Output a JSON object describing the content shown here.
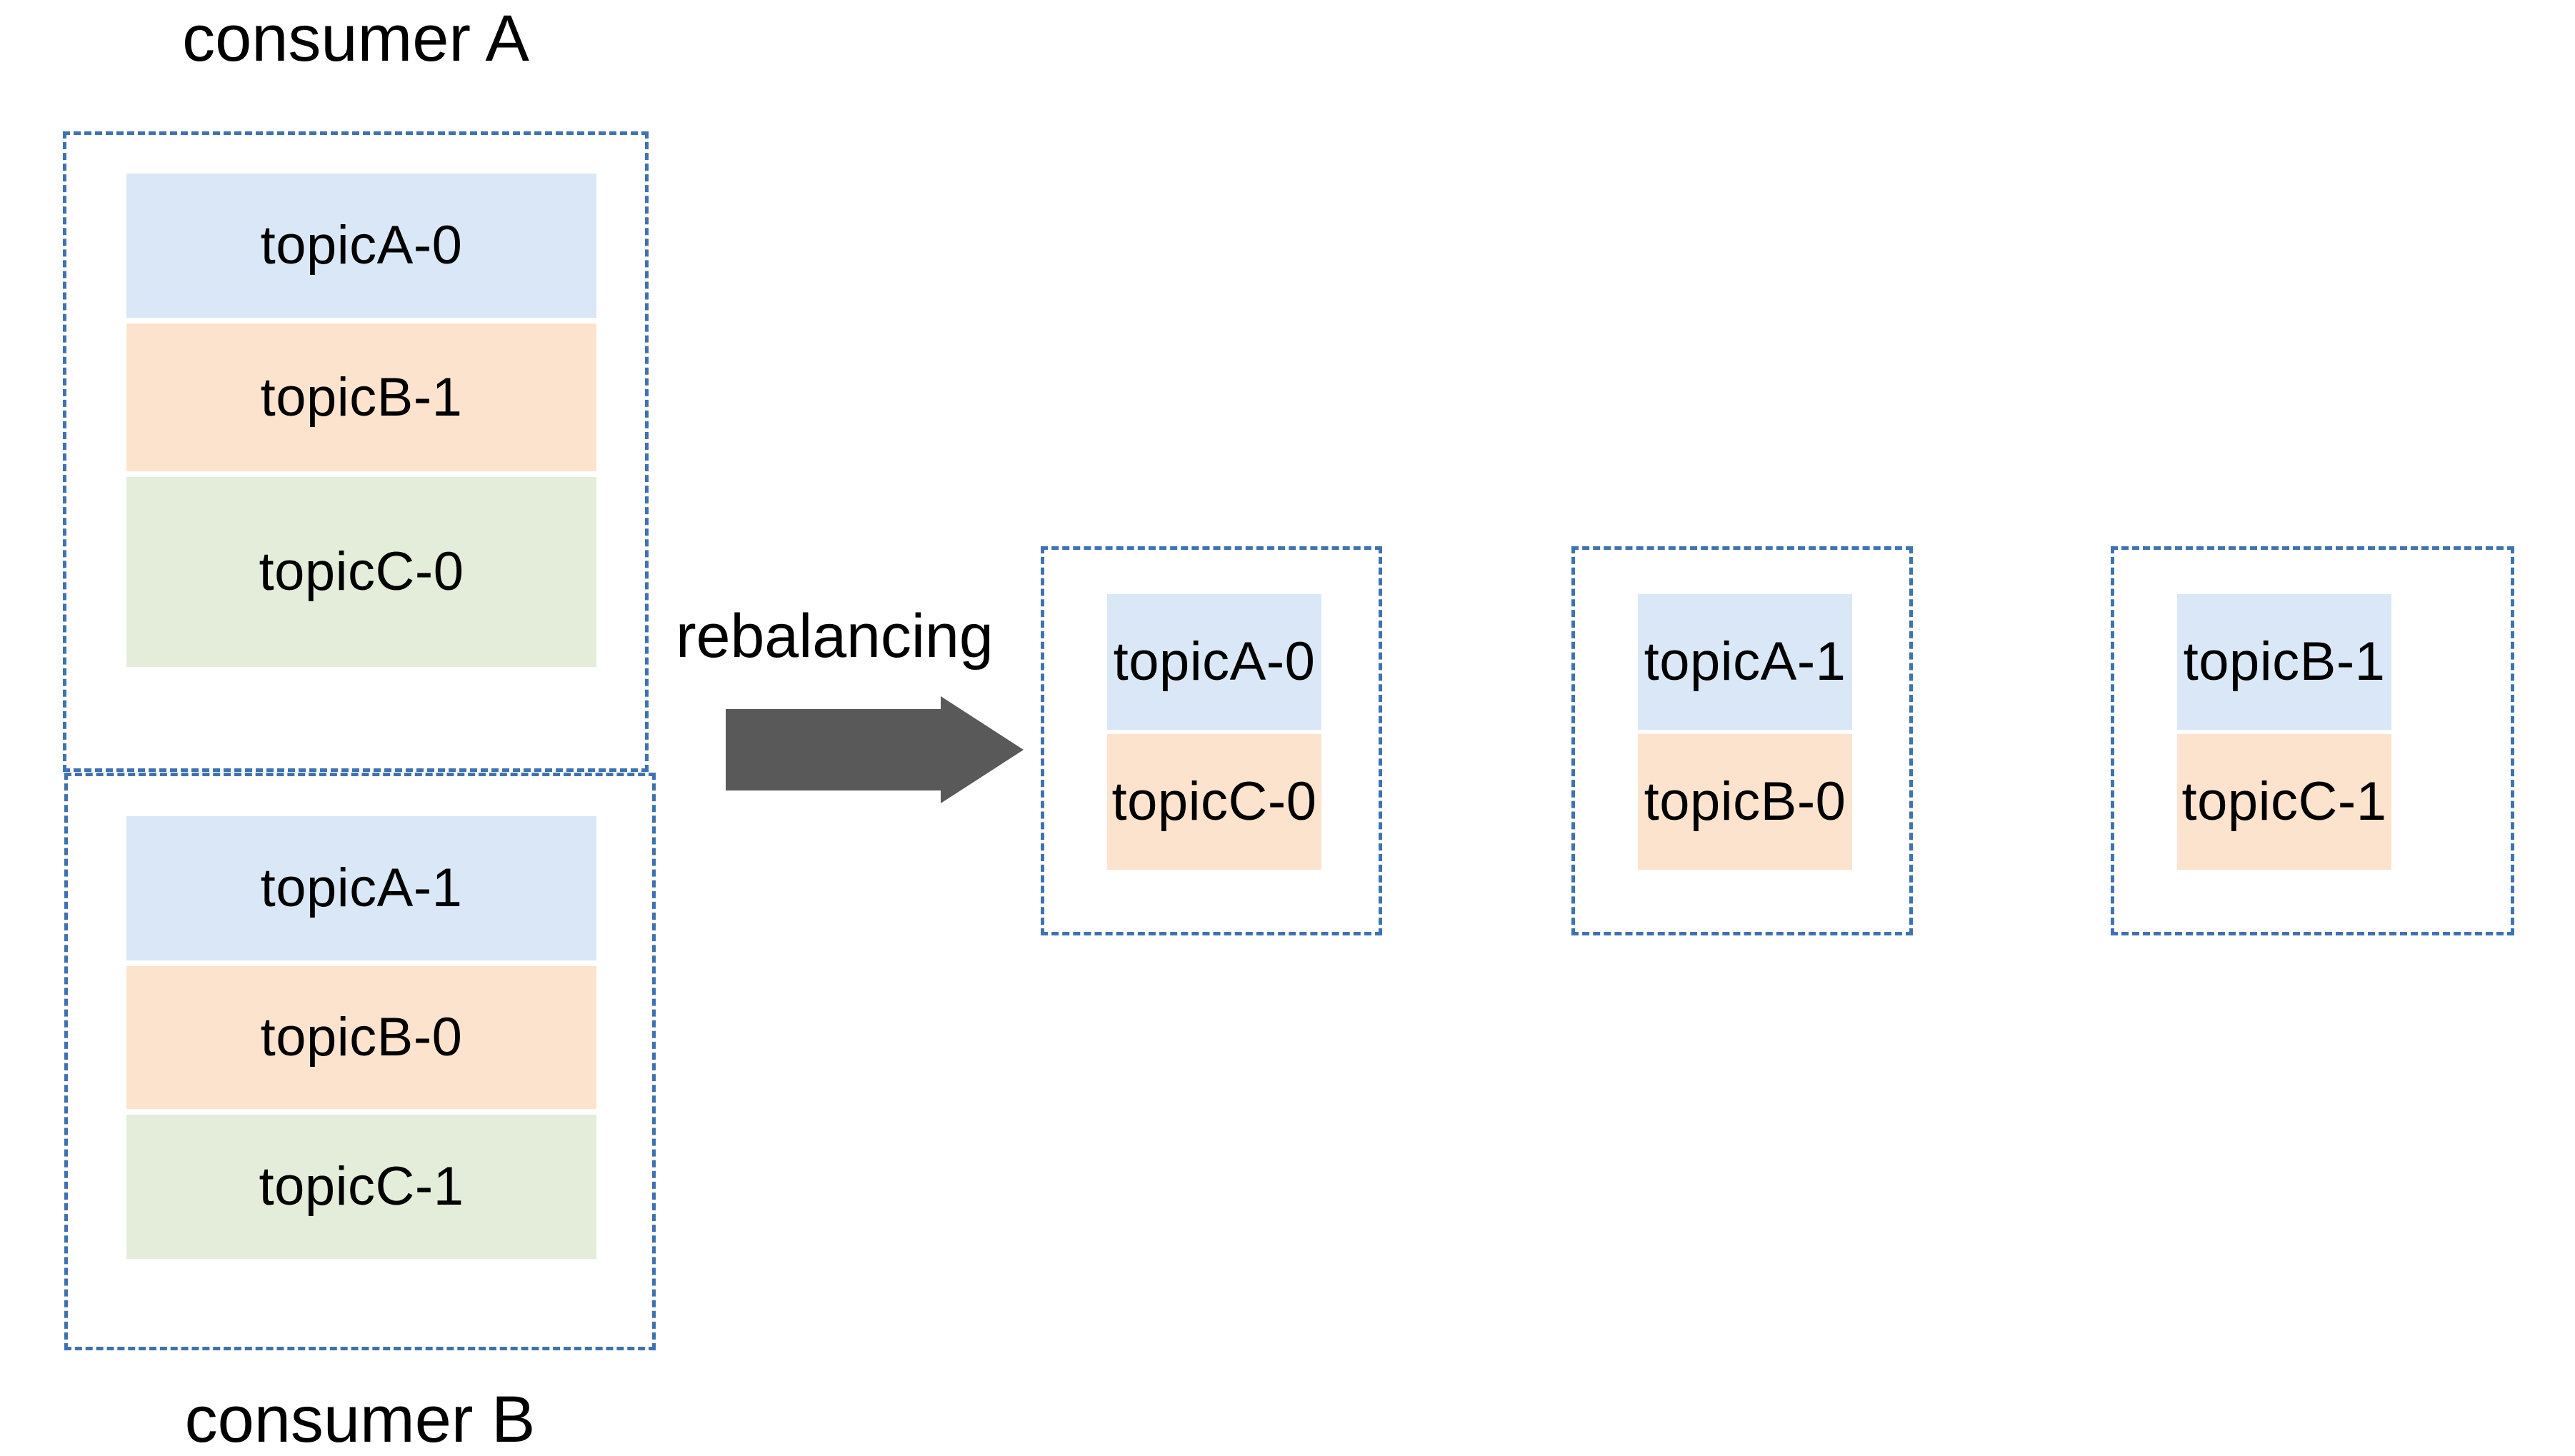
{
  "diagram": {
    "title_left": "consumer A",
    "title_left_bottom": "consumer B",
    "transition_label": "rebalancing",
    "arrow_icon": "right-arrow-icon",
    "colors": {
      "blue": "#DAE7F6",
      "peach": "#FCE3CD",
      "green": "#E3EDD9",
      "dashed_border": "#3F72AF",
      "arrow": "#595959",
      "text": "#000000",
      "background": "#FFFFFF"
    },
    "before": [
      {
        "consumer": "consumer A",
        "label_position": "above",
        "partitions": [
          {
            "name": "topicA-0",
            "color": "blue"
          },
          {
            "name": "topicB-1",
            "color": "peach"
          },
          {
            "name": "topicC-0",
            "color": "green"
          }
        ]
      },
      {
        "consumer": "consumer B",
        "label_position": "below",
        "partitions": [
          {
            "name": "topicA-1",
            "color": "blue"
          },
          {
            "name": "topicB-0",
            "color": "peach"
          },
          {
            "name": "topicC-1",
            "color": "green"
          }
        ]
      }
    ],
    "after": [
      {
        "partitions": [
          {
            "name": "topicA-0",
            "color": "blue"
          },
          {
            "name": "topicC-0",
            "color": "peach"
          }
        ]
      },
      {
        "partitions": [
          {
            "name": "topicA-1",
            "color": "blue"
          },
          {
            "name": "topicB-0",
            "color": "peach"
          }
        ]
      },
      {
        "partitions": [
          {
            "name": "topicB-1",
            "color": "blue"
          },
          {
            "name": "topicC-1",
            "color": "peach"
          }
        ]
      }
    ]
  }
}
